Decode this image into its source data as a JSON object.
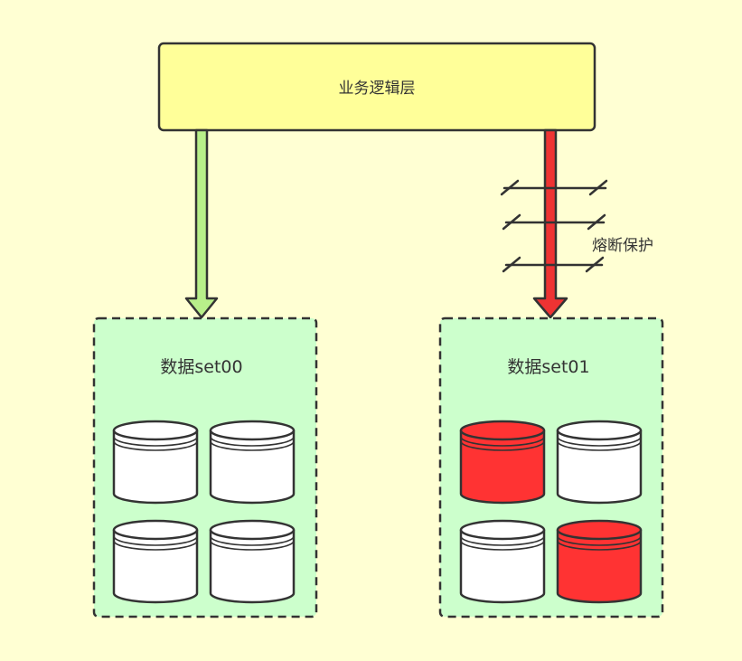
{
  "diagram": {
    "background": "#ffffd3",
    "business_layer": {
      "label": "业务逻辑层",
      "fill": "#ffff99"
    },
    "arrows": [
      {
        "id": "left",
        "color": "#b8ef8a",
        "status": "normal"
      },
      {
        "id": "right",
        "color": "#ee3333",
        "status": "broken"
      }
    ],
    "breaker": {
      "label": "熔断保护",
      "line_count": 3
    },
    "datasets": [
      {
        "label": "数据set00",
        "fill": "#ccffcc",
        "databases": [
          {
            "state": "healthy",
            "color": "#ffffff"
          },
          {
            "state": "healthy",
            "color": "#ffffff"
          },
          {
            "state": "healthy",
            "color": "#ffffff"
          },
          {
            "state": "healthy",
            "color": "#ffffff"
          }
        ]
      },
      {
        "label": "数据set01",
        "fill": "#ccffcc",
        "databases": [
          {
            "state": "failed",
            "color": "#ff3333"
          },
          {
            "state": "healthy",
            "color": "#ffffff"
          },
          {
            "state": "healthy",
            "color": "#ffffff"
          },
          {
            "state": "failed",
            "color": "#ff3333"
          }
        ]
      }
    ]
  }
}
